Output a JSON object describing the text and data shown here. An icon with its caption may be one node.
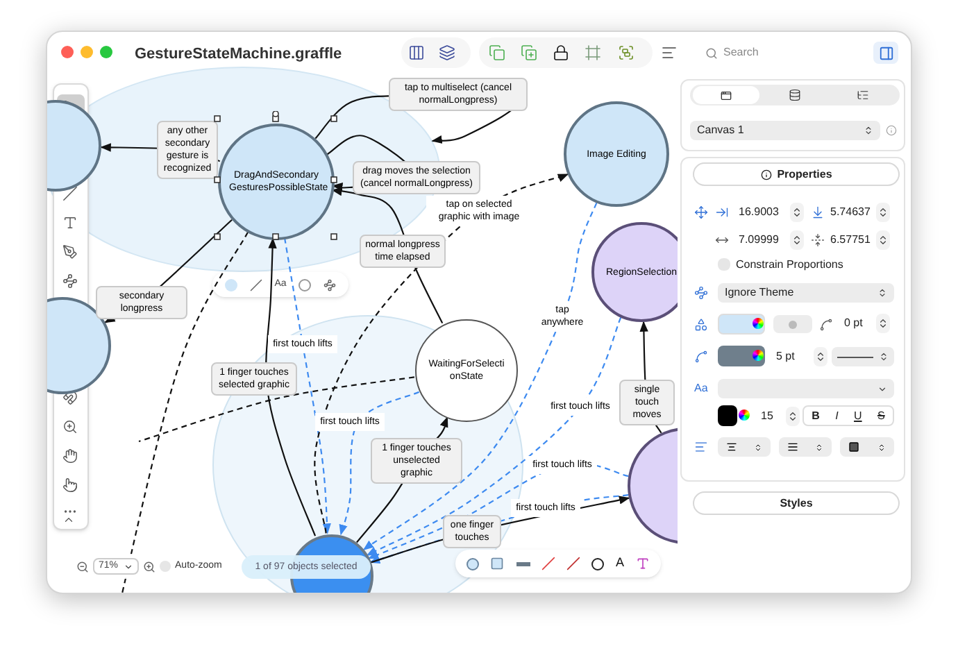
{
  "diagram": {
    "title": "GestureStateMachine.graffle",
    "nodes": [
      {
        "text": [],
        "shape": "ellipse"
      },
      {
        "text": [],
        "shape": "circle"
      },
      {
        "text": [
          "DragAndSecondary GesturesPossibleState"
        ],
        "in": 0
      },
      {
        "text": [
          "Image Editing"
        ]
      },
      {
        "text": [
          "RegionSelection"
        ]
      },
      {
        "text": [],
        "shape": "ellipse"
      },
      {
        "text": [
          "WaitingForSelectionState"
        ],
        "in": 5
      },
      {
        "text": [],
        "shape": "circle"
      },
      {
        "text": [],
        "shape": "circle",
        "in": 5
      },
      {
        "text": [],
        "shape": "circle"
      }
    ],
    "edges": [
      {
        "from": 2,
        "to": 1,
        "arrow": "to",
        "label": "any other secondary gesture is recognized"
      },
      {
        "from": 2,
        "to": 2,
        "arrow": "to",
        "label": "drag moves the selection (cancel normalLongpress)"
      },
      {
        "from": 2,
        "to": 0,
        "arrow": "to",
        "label": "tap to multiselect (cancel normalLongpress)"
      },
      {
        "from": 6,
        "to": 2,
        "arrow": "to",
        "label": "normal longpress time elapsed"
      },
      {
        "from": 8,
        "to": 2,
        "arrow": "to",
        "label": "1 finger touches selected graphic"
      },
      {
        "from": 8,
        "to": 6,
        "arrow": "to",
        "label": "1 finger touches unselected graphic"
      },
      {
        "from": 6,
        "to": 8,
        "arrow": "to",
        "label": "first touch lifts",
        "style": "dashed",
        "color": "#3d8af0"
      },
      {
        "from": 2,
        "to": 8,
        "arrow": "to",
        "label": "first touch lifts",
        "style": "dashed",
        "color": "#3d8af0"
      },
      {
        "from": 8,
        "to": 3,
        "arrow": "to",
        "label": "tap on selected graphic with image",
        "style": "dashed"
      },
      {
        "from": 3,
        "to": 8,
        "arrow": "to",
        "label": "tap anywhere",
        "style": "dashed",
        "color": "#3d8af0"
      },
      {
        "from": 4,
        "to": 8,
        "arrow": "to",
        "label": "first touch lifts",
        "style": "dashed",
        "color": "#3d8af0"
      },
      {
        "from": 9,
        "to": 8,
        "arrow": "to",
        "label": "first touch lifts",
        "style": "dashed",
        "color": "#3d8af0"
      },
      {
        "from": 9,
        "to": 8,
        "arrow": "to",
        "label": "first touch lifts",
        "style": "dashed",
        "color": "#3d8af0"
      },
      {
        "from": 9,
        "to": 4,
        "arrow": "to",
        "label": "single touch moves"
      },
      {
        "from": 8,
        "to": 9,
        "arrow": "to",
        "label": "one finger touches"
      },
      {
        "from": 2,
        "to": 7,
        "arrow": "to",
        "label": "secondary longpress"
      },
      {
        "from": 6,
        "to": null,
        "arrow": "none",
        "style": "dashed"
      },
      {
        "from": 2,
        "to": null,
        "arrow": "none",
        "style": "dashed"
      }
    ],
    "labels": [
      "Aa",
      "71%",
      "Auto-zoom",
      "1 of 97 objects selected",
      "A",
      "Search",
      "Canvas 1",
      "Properties",
      "16.9003",
      "5.74637",
      "7.09999",
      "6.57751",
      "Constrain Proportions",
      "Ignore Theme",
      "0 pt",
      "5 pt",
      "Aa",
      "15",
      "B",
      "I",
      "U",
      "S",
      "Styles"
    ]
  }
}
